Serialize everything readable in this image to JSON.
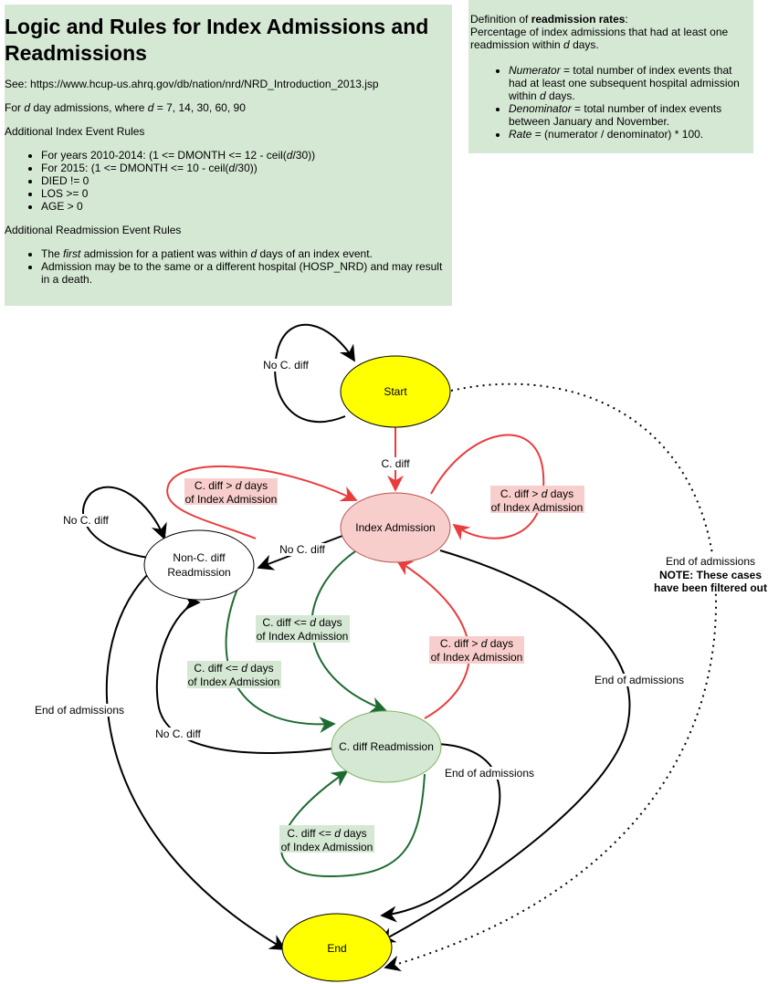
{
  "left_panel": {
    "title": "Logic and Rules for Index Admissions and Readmissions",
    "see_prefix": "See: ",
    "see_url": "https://www.hcup-us.ahrq.gov/db/nation/nrd/NRD_Introduction_2013.jsp",
    "admissions_line": {
      "p1": "For ",
      "d1": "d",
      "p2": " day admissions, where ",
      "d2": "d",
      "p3": " = 7, 14, 30, 60, 90"
    },
    "index_rules_heading": "Additional Index Event Rules",
    "index_rules": {
      "r1_pre": "For years 2010-2014: (1 <= DMONTH <= 12 - ceil(",
      "r1_d": "d",
      "r1_post": "/30))",
      "r2_pre": "For 2015: (1 <= DMONTH <= 10 - ceil(",
      "r2_d": "d",
      "r2_post": "/30))",
      "r3": "DIED != 0",
      "r4": "LOS >= 0",
      "r5": "AGE > 0"
    },
    "readmission_rules_heading": "Additional Readmission Event Rules",
    "readmission_rules": {
      "r1_pre": "The ",
      "r1_em": "first",
      "r1_mid": " admission for a patient was within ",
      "r1_d": "d",
      "r1_post": " days of an index event.",
      "r2": "Admission may be to the same or a different hospital (HOSP_NRD) and may result in a death."
    }
  },
  "right_panel": {
    "def_prefix": "Definition of ",
    "def_bold": "readmission rates",
    "def_suffix": ":",
    "def_line_pre": "Percentage of index admissions that had at least one readmission within ",
    "def_line_d": "d",
    "def_line_post": " days.",
    "items": {
      "numerator_em": "Numerator",
      "numerator_text": " = total number of index events that had at least one subsequent hospital admission within ",
      "numerator_d": "d",
      "numerator_post": " days.",
      "denominator_em": "Denominator",
      "denominator_text": " = total number of index events between January and November.",
      "rate_em": "Rate",
      "rate_text": " = (numerator / denominator) * 100."
    }
  },
  "diagram": {
    "nodes": {
      "start": "Start",
      "index": "Index Admission",
      "nonc": [
        "Non-C. diff",
        "Readmission"
      ],
      "cdiff": "C. diff Readmission",
      "end": "End"
    },
    "labels": {
      "no_cdiff": "No C. diff",
      "cdiff": "C. diff",
      "gt_pre": "C. diff > ",
      "d": "d",
      "days": " days",
      "of_index": "of Index Admission",
      "le_pre": "C. diff <= ",
      "end_admissions": "End of admissions",
      "note": "NOTE: These cases",
      "note2": "have been filtered out"
    },
    "colors": {
      "start_fill": "#ffff00",
      "end_fill": "#ffff00",
      "index_fill": "#f8cecc",
      "cdiff_fill": "#d5e8d4",
      "red_edge": "#ea3c3c",
      "green_edge": "#1e6b32",
      "red_label_bg": "#f8cecc",
      "green_label_bg": "#d5e8d4"
    }
  }
}
